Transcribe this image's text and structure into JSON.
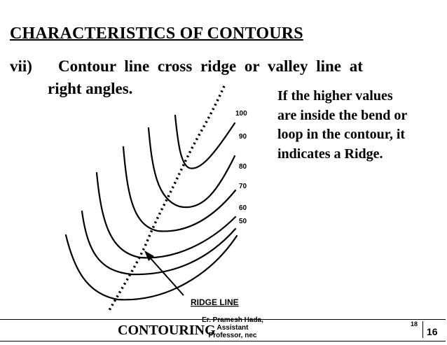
{
  "slide": {
    "title": "CHARACTERISTICS OF CONTOURS",
    "point_number": "vii)",
    "point_line1": "Contour line cross ridge or valley line at",
    "point_line2": "right angles.",
    "note_lines": [
      "If the higher values",
      "are inside the bend or",
      "loop in the contour, it",
      "indicates  a Ridge."
    ]
  },
  "diagram": {
    "contour_labels": [
      "100",
      "90",
      "80",
      "70",
      "60",
      "50"
    ],
    "ridge_label": "RIDGE  LINE",
    "colors": {
      "line": "#000000",
      "background": "#ffffff"
    }
  },
  "footer": {
    "title": "CONTOURING",
    "author_line1": "Er. Pramesh Hada, Assistant",
    "author_line2": "Professor, nec",
    "slide_number_small": "18",
    "slide_number": "16"
  }
}
